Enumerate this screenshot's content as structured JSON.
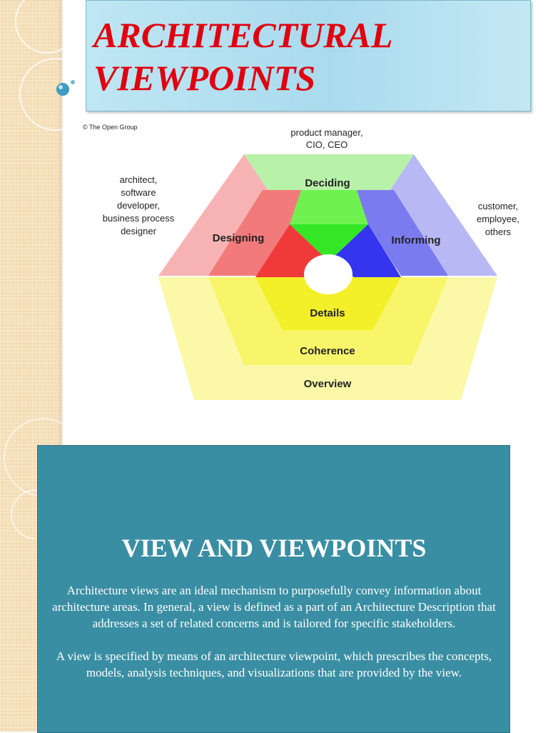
{
  "slide": {
    "title": "ARCHITECTURAL\nVIEWPOINTS"
  },
  "diagram": {
    "copyright": "© The Open Group",
    "top_stakeholders_line1": "product manager,",
    "top_stakeholders_line2": "CIO, CEO",
    "left_stakeholders_line1": "architect,",
    "left_stakeholders_line2": "software",
    "left_stakeholders_line3": "developer,",
    "left_stakeholders_line4": "business process",
    "left_stakeholders_line5": "designer",
    "right_stakeholders_line1": "customer,",
    "right_stakeholders_line2": "employee,",
    "right_stakeholders_line3": "others",
    "deciding": "Deciding",
    "designing": "Designing",
    "informing": "Informing",
    "details": "Details",
    "coherence": "Coherence",
    "overview": "Overview"
  },
  "panel": {
    "heading": "VIEW AND VIEWPOINTS",
    "paragraph1": "Architecture views are an ideal mechanism to purposefully convey information about architecture areas. In general, a view is defined as a part of an Architecture Description that addresses a set of related concerns and is tailored for specific stakeholders.",
    "paragraph2": " A view is specified by means of an architecture viewpoint, which prescribes the concepts, models, analysis techniques, and visualizations that are provided by the view."
  },
  "colors": {
    "title_red": "#e0000f",
    "panel_teal": "#3a8ea3",
    "title_box_blue": "#a9dbee"
  }
}
